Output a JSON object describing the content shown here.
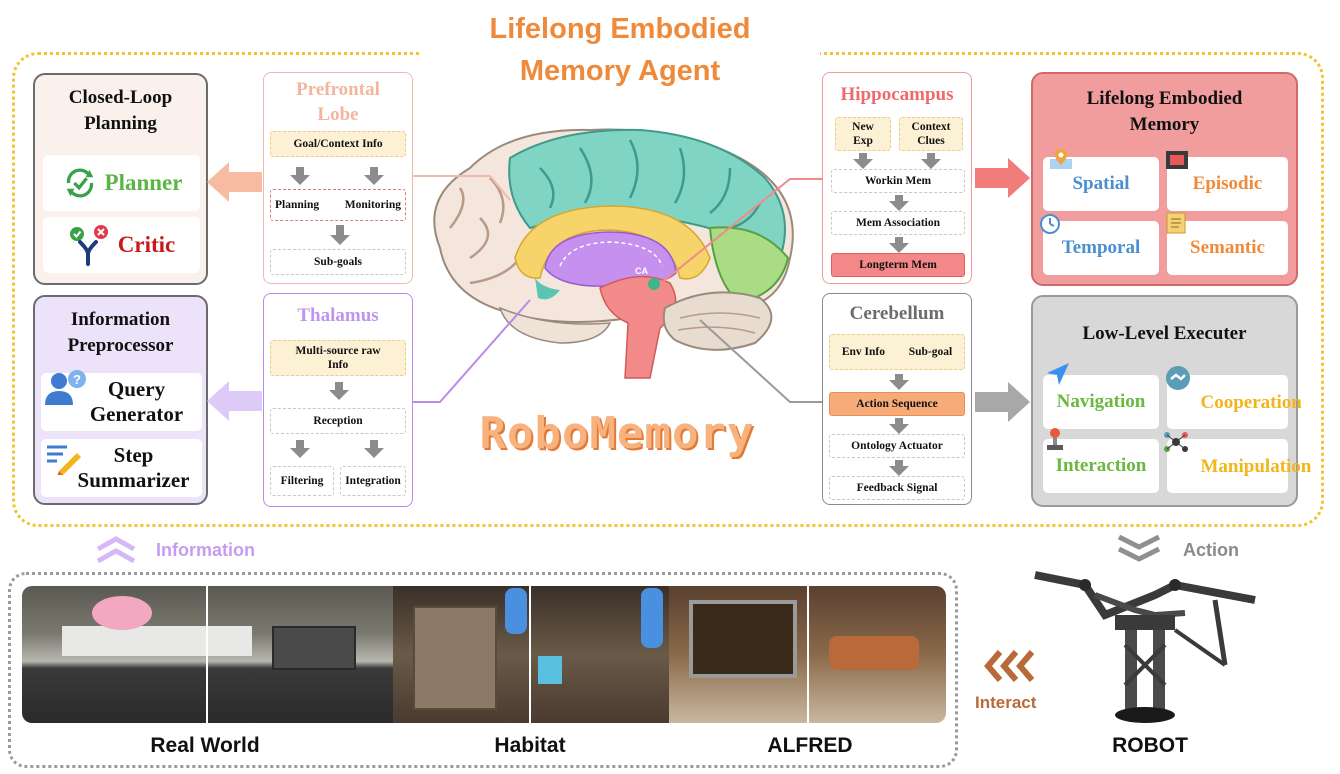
{
  "title": "Lifelong Embodied Memory Agent",
  "brand": "RoboMemory",
  "left_panels": {
    "planning": {
      "title": "Closed-Loop Planning",
      "items": [
        {
          "label": "Planner",
          "color": "#5bb544",
          "icon": "check-cycle-icon"
        },
        {
          "label": "Critic",
          "color": "#c41b1b",
          "icon": "branch-check-cross-icon"
        }
      ]
    },
    "info": {
      "title": "Information Preprocessor",
      "items": [
        {
          "label": "Query Generator",
          "icon": "user-question-icon"
        },
        {
          "label": "Step Summarizer",
          "icon": "notes-pencil-icon"
        }
      ]
    }
  },
  "prefrontal": {
    "title": "Prefrontal Lobe",
    "goal": "Goal/Context Info",
    "planning": "Planning",
    "monitoring": "Monitoring",
    "subgoals": "Sub-goals"
  },
  "thalamus": {
    "title": "Thalamus",
    "multi": "Multi-source raw Info",
    "reception": "Reception",
    "filtering": "Filtering",
    "integration": "Integration"
  },
  "hippocampus": {
    "title": "Hippocampus",
    "new_exp": "New Exp",
    "context_clues": "Context Clues",
    "working": "Workin Mem",
    "association": "Mem Association",
    "longterm": "Longterm Mem"
  },
  "cerebellum": {
    "title": "Cerebellum",
    "env_info": "Env Info",
    "sub_goal": "Sub-goal",
    "action_seq": "Action Sequence",
    "ontology": "Ontology Actuator",
    "feedback": "Feedback Signal"
  },
  "memory_panel": {
    "title": "Lifelong Embodied Memory",
    "items": [
      {
        "label": "Spatial",
        "color": "#4a8fd0",
        "icon": "map-pin-icon"
      },
      {
        "label": "Episodic",
        "color": "#ef8a3a",
        "icon": "film-icon"
      },
      {
        "label": "Temporal",
        "color": "#4a8fd0",
        "icon": "clock-icon"
      },
      {
        "label": "Semantic",
        "color": "#ef8a3a",
        "icon": "book-icon"
      }
    ]
  },
  "executer_panel": {
    "title": "Low-Level Executer",
    "items": [
      {
        "label": "Navigation",
        "color": "#6ab83c",
        "icon": "nav-arrow-icon"
      },
      {
        "label": "Cooperation",
        "color": "#f2b51c",
        "icon": "handshake-icon"
      },
      {
        "label": "Interaction",
        "color": "#6ab83c",
        "icon": "joystick-icon"
      },
      {
        "label": "Manipulation",
        "color": "#f2b51c",
        "icon": "network-icon"
      }
    ]
  },
  "brain_label": "CA",
  "flows": {
    "information": "Information",
    "action": "Action",
    "interact": "Interact"
  },
  "environments": [
    "Real World",
    "Habitat",
    "ALFRED"
  ],
  "robot_label": "ROBOT"
}
